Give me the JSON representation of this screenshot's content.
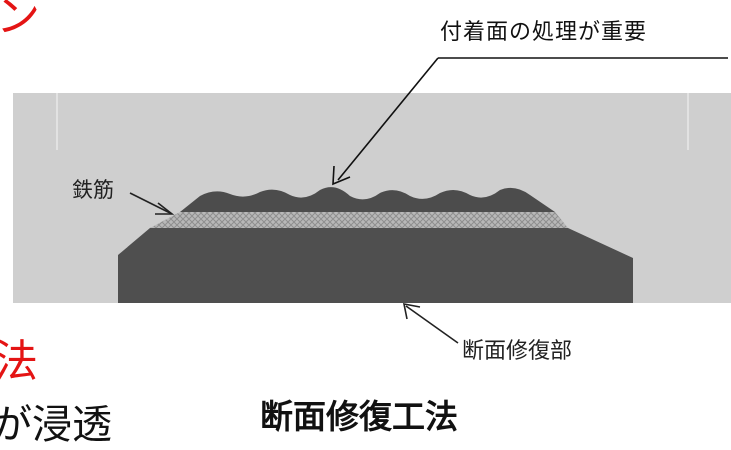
{
  "labels": {
    "adhesion": "付着面の処理が重要",
    "rebar": "鉄筋",
    "repair_section": "断面修復部",
    "caption": "断面修復工法"
  },
  "fragments": {
    "red_top": "ン",
    "red_bottom": "法",
    "black_bottom": "が浸透"
  },
  "colors": {
    "slab": "#cfcfcf",
    "repair_fill": "#4f4f4f",
    "rebar_band": "#b2b2b2",
    "accent_red": "#e41414"
  }
}
